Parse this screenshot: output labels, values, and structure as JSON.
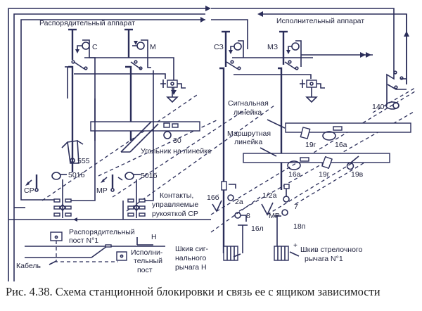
{
  "labels": {
    "dispatch_apparatus": "Распорядительный аппарат",
    "exec_apparatus": "Исполнительный аппарат",
    "c": "С",
    "m": "М",
    "cz": "СЗ",
    "mz": "МЗ",
    "signal_ruler_1": "Сигнальная",
    "signal_ruler_2": "линейка",
    "route_ruler_1": "Маршрутная",
    "route_ruler_2": "линейка",
    "angle_on_ruler": "Угольник на линейке",
    "n30": "30",
    "n140": "140",
    "n555": "555",
    "n501b_left": "501б",
    "n501b_right": "501б",
    "cp": "СР",
    "mp_left": "МР",
    "mp_right": "МР",
    "contacts_1": "Контакты,",
    "contacts_2": "управляемые",
    "contacts_3": "рукояткой СР",
    "n16b": "16б",
    "n2a": "2а",
    "n8": "8",
    "n16l": "16л",
    "n1_2a": "1/2а",
    "n7": "7",
    "n18p": "18п",
    "n19g_top": "19г",
    "n16a_top": "16а",
    "n16a_bottom": "16а",
    "n19g_bottom": "19г",
    "n19v": "19в",
    "signal_pulley_1": "Шкив сиг-",
    "signal_pulley_2": "нального",
    "signal_pulley_3": "рычага Н",
    "switch_pulley_1": "Шкив стрелочного",
    "switch_pulley_2": "рычага N°1",
    "dispatch_post_1": "Распорядительный",
    "dispatch_post_2": "пост N°1",
    "exec_post_1": "Исполни-",
    "exec_post_2": "тельный",
    "exec_post_3": "пост",
    "cable": "Кабель",
    "h": "Н",
    "plus": "+"
  },
  "caption": "Рис. 4.38. Схема станционной блокировки и связь ее с ящиком зависимости"
}
